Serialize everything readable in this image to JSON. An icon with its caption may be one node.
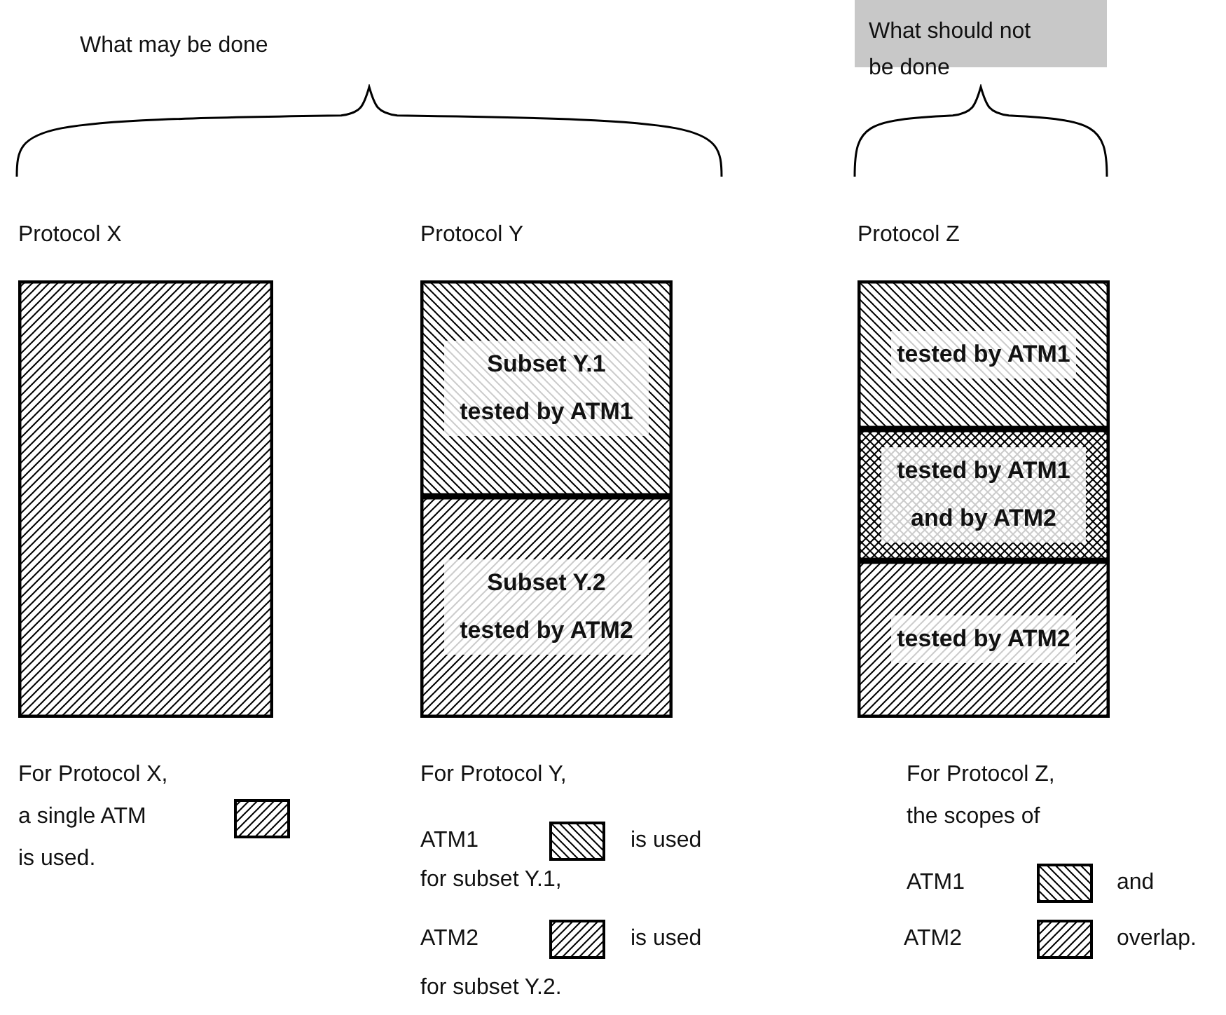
{
  "diagram": {
    "nodes": [
      {
        "text": [
          "What should not be done"
        ]
      },
      {
        "text": [],
        "shape": "box"
      },
      {
        "text": [
          "Subset Y.1 tested by ATM1"
        ]
      },
      {
        "text": [
          "Subset Y.2 tested by ATM2"
        ]
      },
      {
        "text": [
          "tested by ATM1"
        ]
      },
      {
        "text": [
          "tested by ATM1 and by ATM2"
        ]
      },
      {
        "text": [
          "tested by ATM2"
        ]
      }
    ],
    "edges": [],
    "labels": [
      "What may be done",
      "Protocol X",
      "Protocol Y",
      "Protocol Z",
      "For Protocol X,",
      "a single ATM",
      "is used.",
      "For Protocol Y,",
      "ATM1",
      "is used",
      "for subset Y.1,",
      "ATM2",
      "is used",
      "for subset Y.2.",
      "For Protocol Z,",
      "the scopes of",
      "ATM1",
      "and",
      "ATM2",
      "overlap."
    ]
  }
}
